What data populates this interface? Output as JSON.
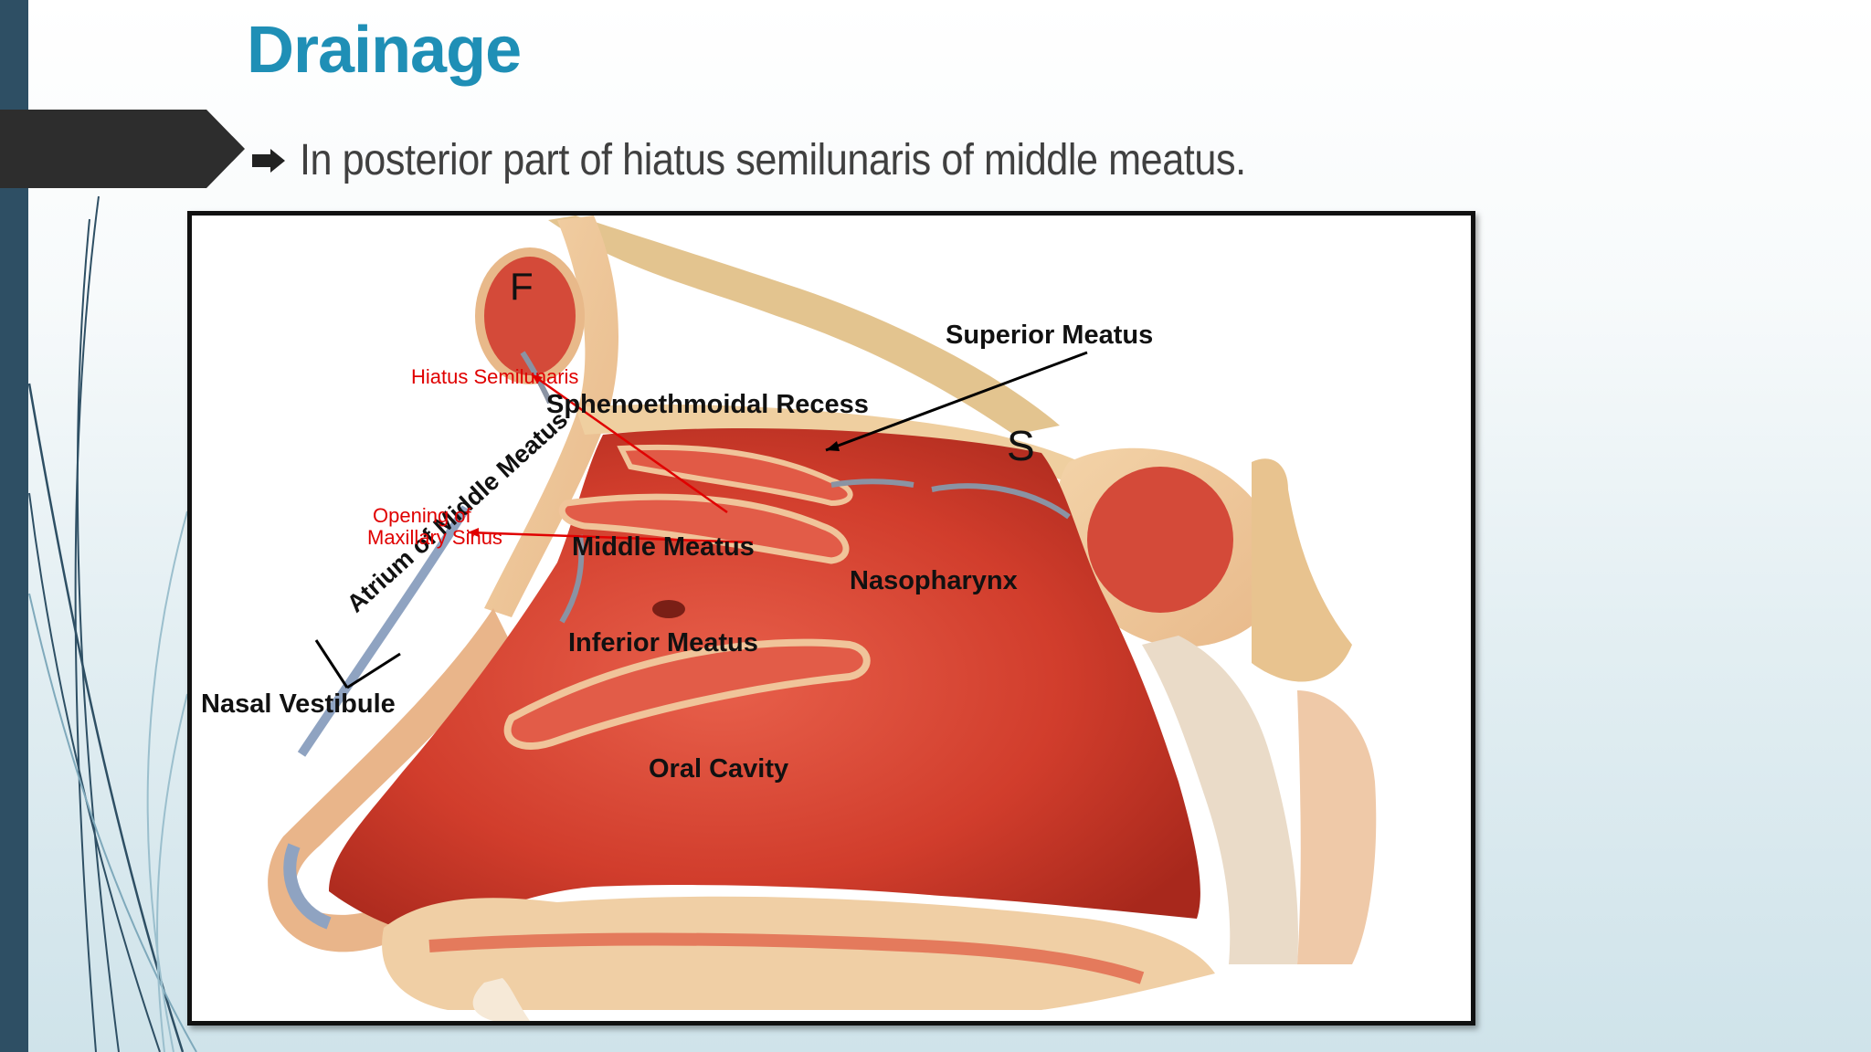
{
  "slide": {
    "title": "Drainage",
    "bullet": "In posterior part of hiatus semilunaris of middle meatus.",
    "accent_color": "#1f8fb6",
    "sidebar_color": "#2e4f64"
  },
  "figure": {
    "letters": {
      "frontal": "F",
      "sphenoid": "S"
    },
    "labels": {
      "superior_meatus": "Superior Meatus",
      "sphenoethmoidal_recess": "Sphenoethmoidal Recess",
      "atrium_middle_meatus": "Atrium of Middle Meatus",
      "middle_meatus": "Middle Meatus",
      "nasopharynx": "Nasopharynx",
      "inferior_meatus": "Inferior Meatus",
      "nasal_vestibule": "Nasal Vestibule",
      "oral_cavity": "Oral Cavity"
    },
    "annotations": {
      "hiatus_semilunaris": "Hiatus Semilunaris",
      "opening_line1": "Opening of",
      "opening_line2": "Maxillary Sinus"
    },
    "annotation_color": "#e00000"
  }
}
